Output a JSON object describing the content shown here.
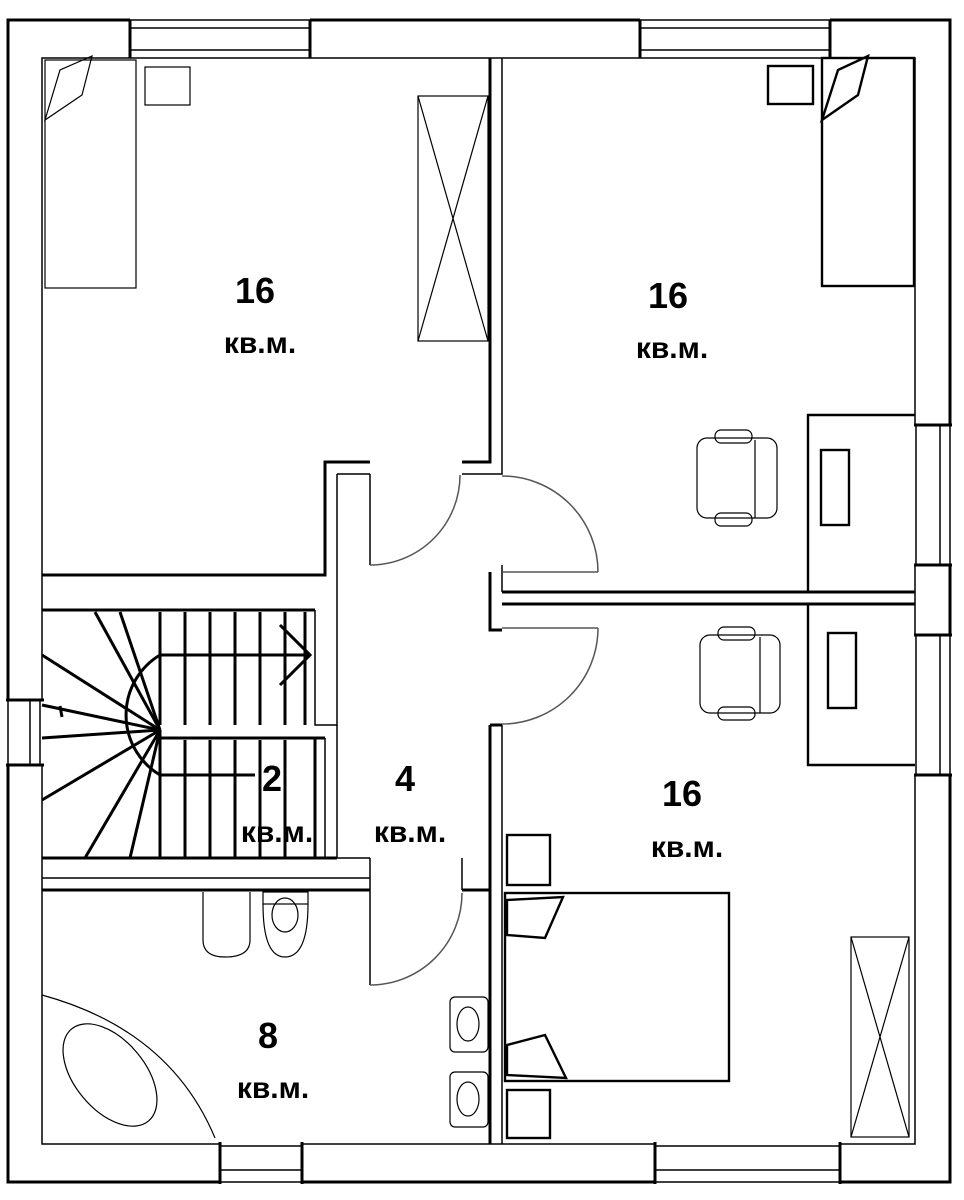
{
  "rooms": {
    "bedroom_top_left": {
      "area": "16",
      "unit": "кв.м."
    },
    "bedroom_top_right": {
      "area": "16",
      "unit": "кв.м."
    },
    "bedroom_bottom_right": {
      "area": "16",
      "unit": "кв.м."
    },
    "staircase": {
      "area": "2",
      "unit": "кв.м."
    },
    "hallway": {
      "area": "4",
      "unit": "кв.м."
    },
    "bathroom": {
      "area": "8",
      "unit": "кв.м."
    }
  }
}
